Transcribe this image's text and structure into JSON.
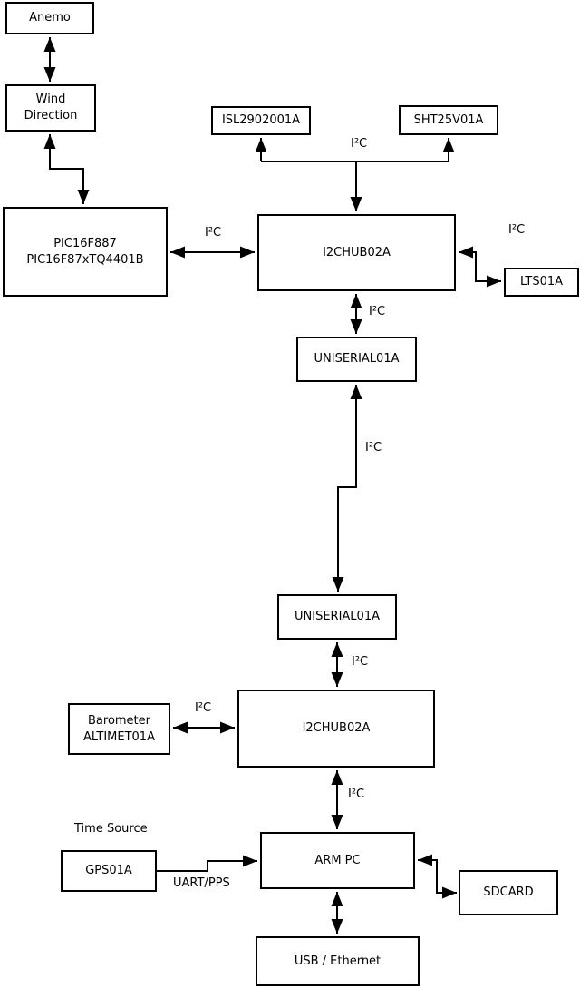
{
  "blocks": {
    "anemo": "Anemo",
    "wind_direction": "Wind\nDirection",
    "pic": "PIC16F887\nPIC16F87xTQ4401B",
    "isl": "ISL2902001A",
    "sht": "SHT25V01A",
    "hub_top": "I2CHUB02A",
    "lts": "LTS01A",
    "uniserial_top": "UNISERIAL01A",
    "uniserial_bottom": "UNISERIAL01A",
    "hub_bottom": "I2CHUB02A",
    "barometer": "Barometer\nALTIMET01A",
    "arm_pc": "ARM PC",
    "gps": "GPS01A",
    "sdcard": "SDCARD",
    "usb_ethernet": "USB / Ethernet"
  },
  "edge_labels": {
    "i2c": "I²C",
    "uart_pps": "UART/PPS",
    "time_source": "Time Source"
  },
  "colors": {
    "line": "#000000",
    "box_fill": "#ffffff",
    "background": "#ffffff"
  }
}
